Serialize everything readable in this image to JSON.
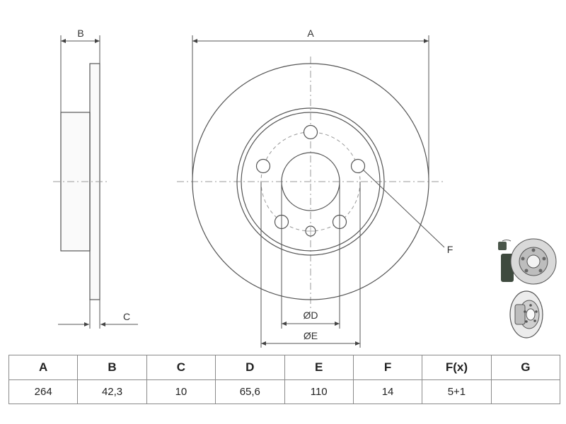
{
  "labels": {
    "a": "A",
    "b": "B",
    "c": "C",
    "d": "ØD",
    "e": "ØE",
    "f": "F"
  },
  "icons": [
    "disc-with-caliper-icon",
    "brake-disc-icon"
  ],
  "table": {
    "headers": [
      "A",
      "B",
      "C",
      "D",
      "E",
      "F",
      "F(x)",
      "G"
    ],
    "values": [
      "264",
      "42,3",
      "10",
      "65,6",
      "110",
      "14",
      "5+1",
      ""
    ]
  }
}
